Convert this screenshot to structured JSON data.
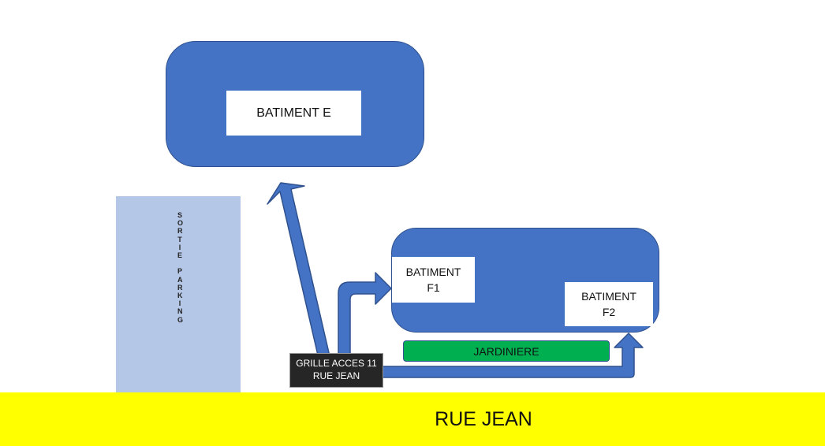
{
  "buildings": {
    "e": {
      "label": "BATIMENT E"
    },
    "f1": {
      "label": "BATIMENT\nF1"
    },
    "f2": {
      "label": "BATIMENT\nF2"
    }
  },
  "sortie_parking": {
    "text": "SORTIE\n\nPARKING"
  },
  "grille": {
    "label": "GRILLE ACCES 11\nRUE JEAN"
  },
  "jardiniere": {
    "label": "JARDINIERE"
  },
  "street": {
    "label": "RUE JEAN"
  },
  "colors": {
    "building": "#4472c4",
    "parking": "#b4c7e7",
    "road": "#ffff00",
    "planter": "#00b050",
    "gate": "#262626"
  }
}
